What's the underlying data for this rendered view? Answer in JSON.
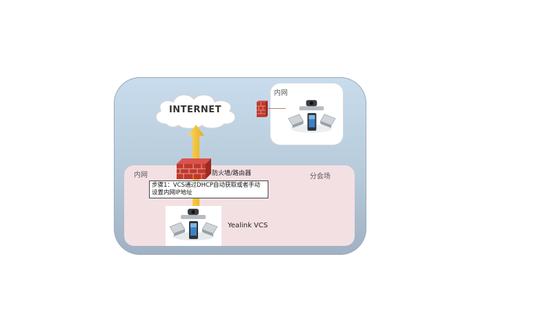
{
  "labels": {
    "internet": "INTERNET",
    "remote_lan": "内网",
    "branch_lan": "内网",
    "branch_site": "分会场",
    "firewall": "防火墙/路由器",
    "step1": "步骤1：VCS通过DHCP自动获取或者手动设置内网IP地址",
    "device": "Yealink VCS"
  },
  "colors": {
    "outer_container": "#b7cad9",
    "branch_zone": "#f3e0e3",
    "arrow": "#f2c33a",
    "firewall_brick": "#c0392b"
  }
}
